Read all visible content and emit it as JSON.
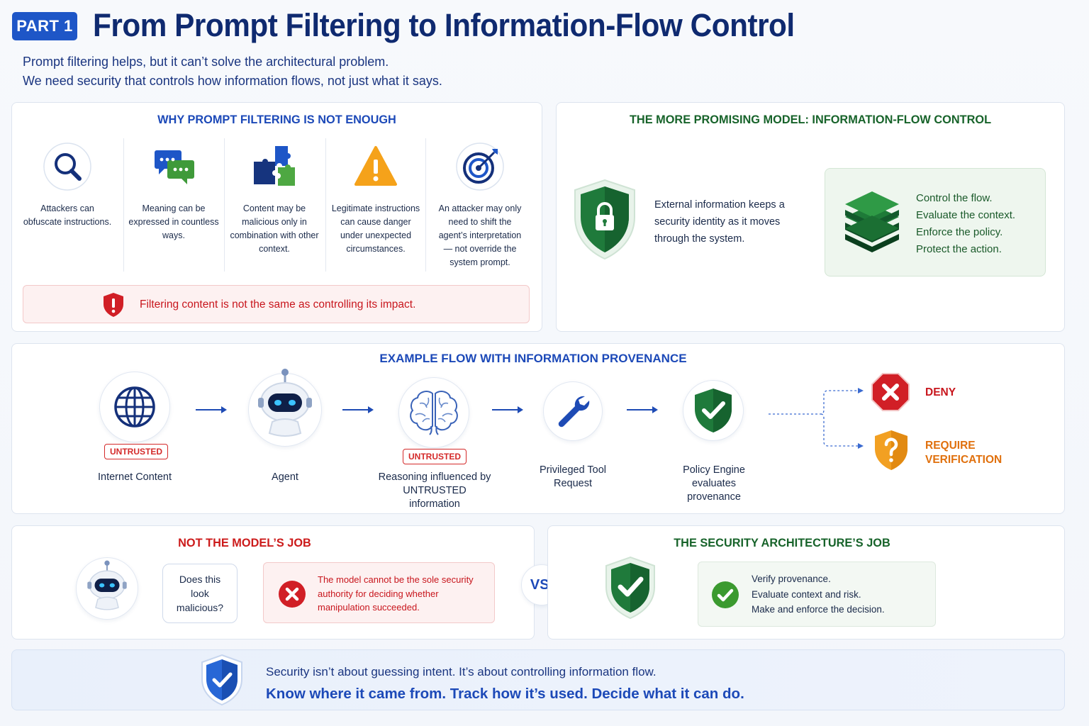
{
  "header": {
    "badge": "PART 1",
    "title": "From Prompt Filtering to Information-Flow Control",
    "subtitle_line1": "Prompt filtering helps, but it can’t solve the architectural problem.",
    "subtitle_line2": "We need security that controls how information flows, not just what it says."
  },
  "why_panel": {
    "title": "WHY PROMPT FILTERING IS NOT ENOUGH",
    "reasons": [
      {
        "icon": "magnifier-icon",
        "text": "Attackers can obfuscate instructions."
      },
      {
        "icon": "chat-bubbles-icon",
        "text": "Meaning can be expressed in countless ways."
      },
      {
        "icon": "puzzle-icon",
        "text": "Content may be malicious only in combination with other context."
      },
      {
        "icon": "warning-icon",
        "text": "Legitimate instructions can cause danger under unexpected circumstances."
      },
      {
        "icon": "target-icon",
        "text": "An attacker may only need to shift the agent’s interpretation — not override the system prompt."
      }
    ],
    "callout": "Filtering content is not the same as controlling its impact."
  },
  "ifc_panel": {
    "title": "THE MORE PROMISING MODEL: INFORMATION-FLOW CONTROL",
    "description": "External information keeps a security identity as it moves through the system.",
    "steps": [
      "Control the flow.",
      "Evaluate the context.",
      "Enforce the policy.",
      "Protect the action."
    ]
  },
  "flow": {
    "title": "EXAMPLE FLOW WITH INFORMATION PROVENANCE",
    "untrusted_tag": "UNTRUSTED",
    "nodes": [
      {
        "icon": "globe-icon",
        "label": "Internet Content"
      },
      {
        "icon": "robot-icon",
        "label": "Agent"
      },
      {
        "icon": "brain-icon",
        "label": "Reasoning influenced by UNTRUSTED information"
      },
      {
        "icon": "wrench-icon",
        "label": "Privileged Tool Request"
      },
      {
        "icon": "shield-check-icon",
        "label": "Policy Engine evaluates provenance"
      }
    ],
    "outcomes": [
      {
        "label": "DENY",
        "color": "#c8161d"
      },
      {
        "label": "REQUIRE VERIFICATION",
        "color": "#e0700d"
      }
    ]
  },
  "not_model": {
    "title": "NOT THE MODEL’S JOB",
    "bubble": "Does this look malicious?",
    "warning": "The model cannot be the sole security authority for deciding whether manipulation succeeded."
  },
  "vs_label": "VS.",
  "security_job": {
    "title": "THE SECURITY ARCHITECTURE’S JOB",
    "items": [
      "Verify provenance.",
      "Evaluate context and risk.",
      "Make and enforce the decision."
    ]
  },
  "footer": {
    "line1": "Security isn’t about guessing intent. It’s about controlling information flow.",
    "line2": "Know where it came from. Track how it’s used. Decide what it can do."
  }
}
